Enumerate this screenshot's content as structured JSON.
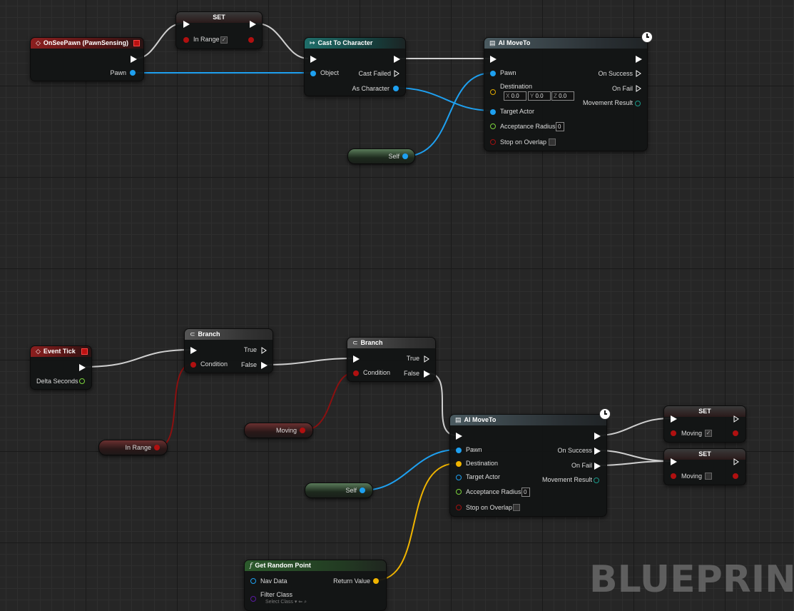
{
  "watermark": "BLUEPRINT",
  "colors": {
    "exec": "#ffffff",
    "object": "#1ea0f0",
    "bool": "#b01010",
    "vector": "#f0b400",
    "float": "#7cd43c",
    "struct": "#1a9a8a",
    "class": "#5a1aa0"
  },
  "nodes": {
    "on_see_pawn": {
      "title": "OnSeePawn (PawnSensing)",
      "pawn": "Pawn"
    },
    "set_top": {
      "title": "SET",
      "var": "In Range",
      "checked": "✓"
    },
    "cast": {
      "title": "Cast To Character",
      "object": "Object",
      "cast_failed": "Cast Failed",
      "as_character": "As Character"
    },
    "ai_move_top": {
      "title": "AI MoveTo",
      "pawn": "Pawn",
      "destination": "Destination",
      "x_label": "X",
      "x": "0.0",
      "y_label": "Y",
      "y": "0.0",
      "z_label": "Z",
      "z": "0.0",
      "target_actor": "Target Actor",
      "acceptance_radius": "Acceptance Radius",
      "radius": "0",
      "stop_on_overlap": "Stop on Overlap",
      "on_success": "On Success",
      "on_fail": "On Fail",
      "movement_result": "Movement Result"
    },
    "self_top": {
      "label": "Self"
    },
    "event_tick": {
      "title": "Event Tick",
      "delta": "Delta Seconds"
    },
    "branch1": {
      "title": "Branch",
      "true": "True",
      "false": "False",
      "condition": "Condition"
    },
    "branch2": {
      "title": "Branch",
      "true": "True",
      "false": "False",
      "condition": "Condition"
    },
    "in_range_var": {
      "label": "In Range"
    },
    "moving_var": {
      "label": "Moving"
    },
    "ai_move_bot": {
      "title": "AI MoveTo",
      "pawn": "Pawn",
      "destination": "Destination",
      "target_actor": "Target Actor",
      "acceptance_radius": "Acceptance Radius",
      "radius": "0",
      "stop_on_overlap": "Stop on Overlap",
      "on_success": "On Success",
      "on_fail": "On Fail",
      "movement_result": "Movement Result"
    },
    "self_bot": {
      "label": "Self"
    },
    "set_a": {
      "title": "SET",
      "var": "Moving",
      "checked": "✓"
    },
    "set_b": {
      "title": "SET",
      "var": "Moving",
      "checked": ""
    },
    "get_random": {
      "title": "Get Random Point",
      "nav_data": "Nav Data",
      "filter_class": "Filter Class",
      "select_class": "Select Class",
      "return_value": "Return Value"
    }
  }
}
